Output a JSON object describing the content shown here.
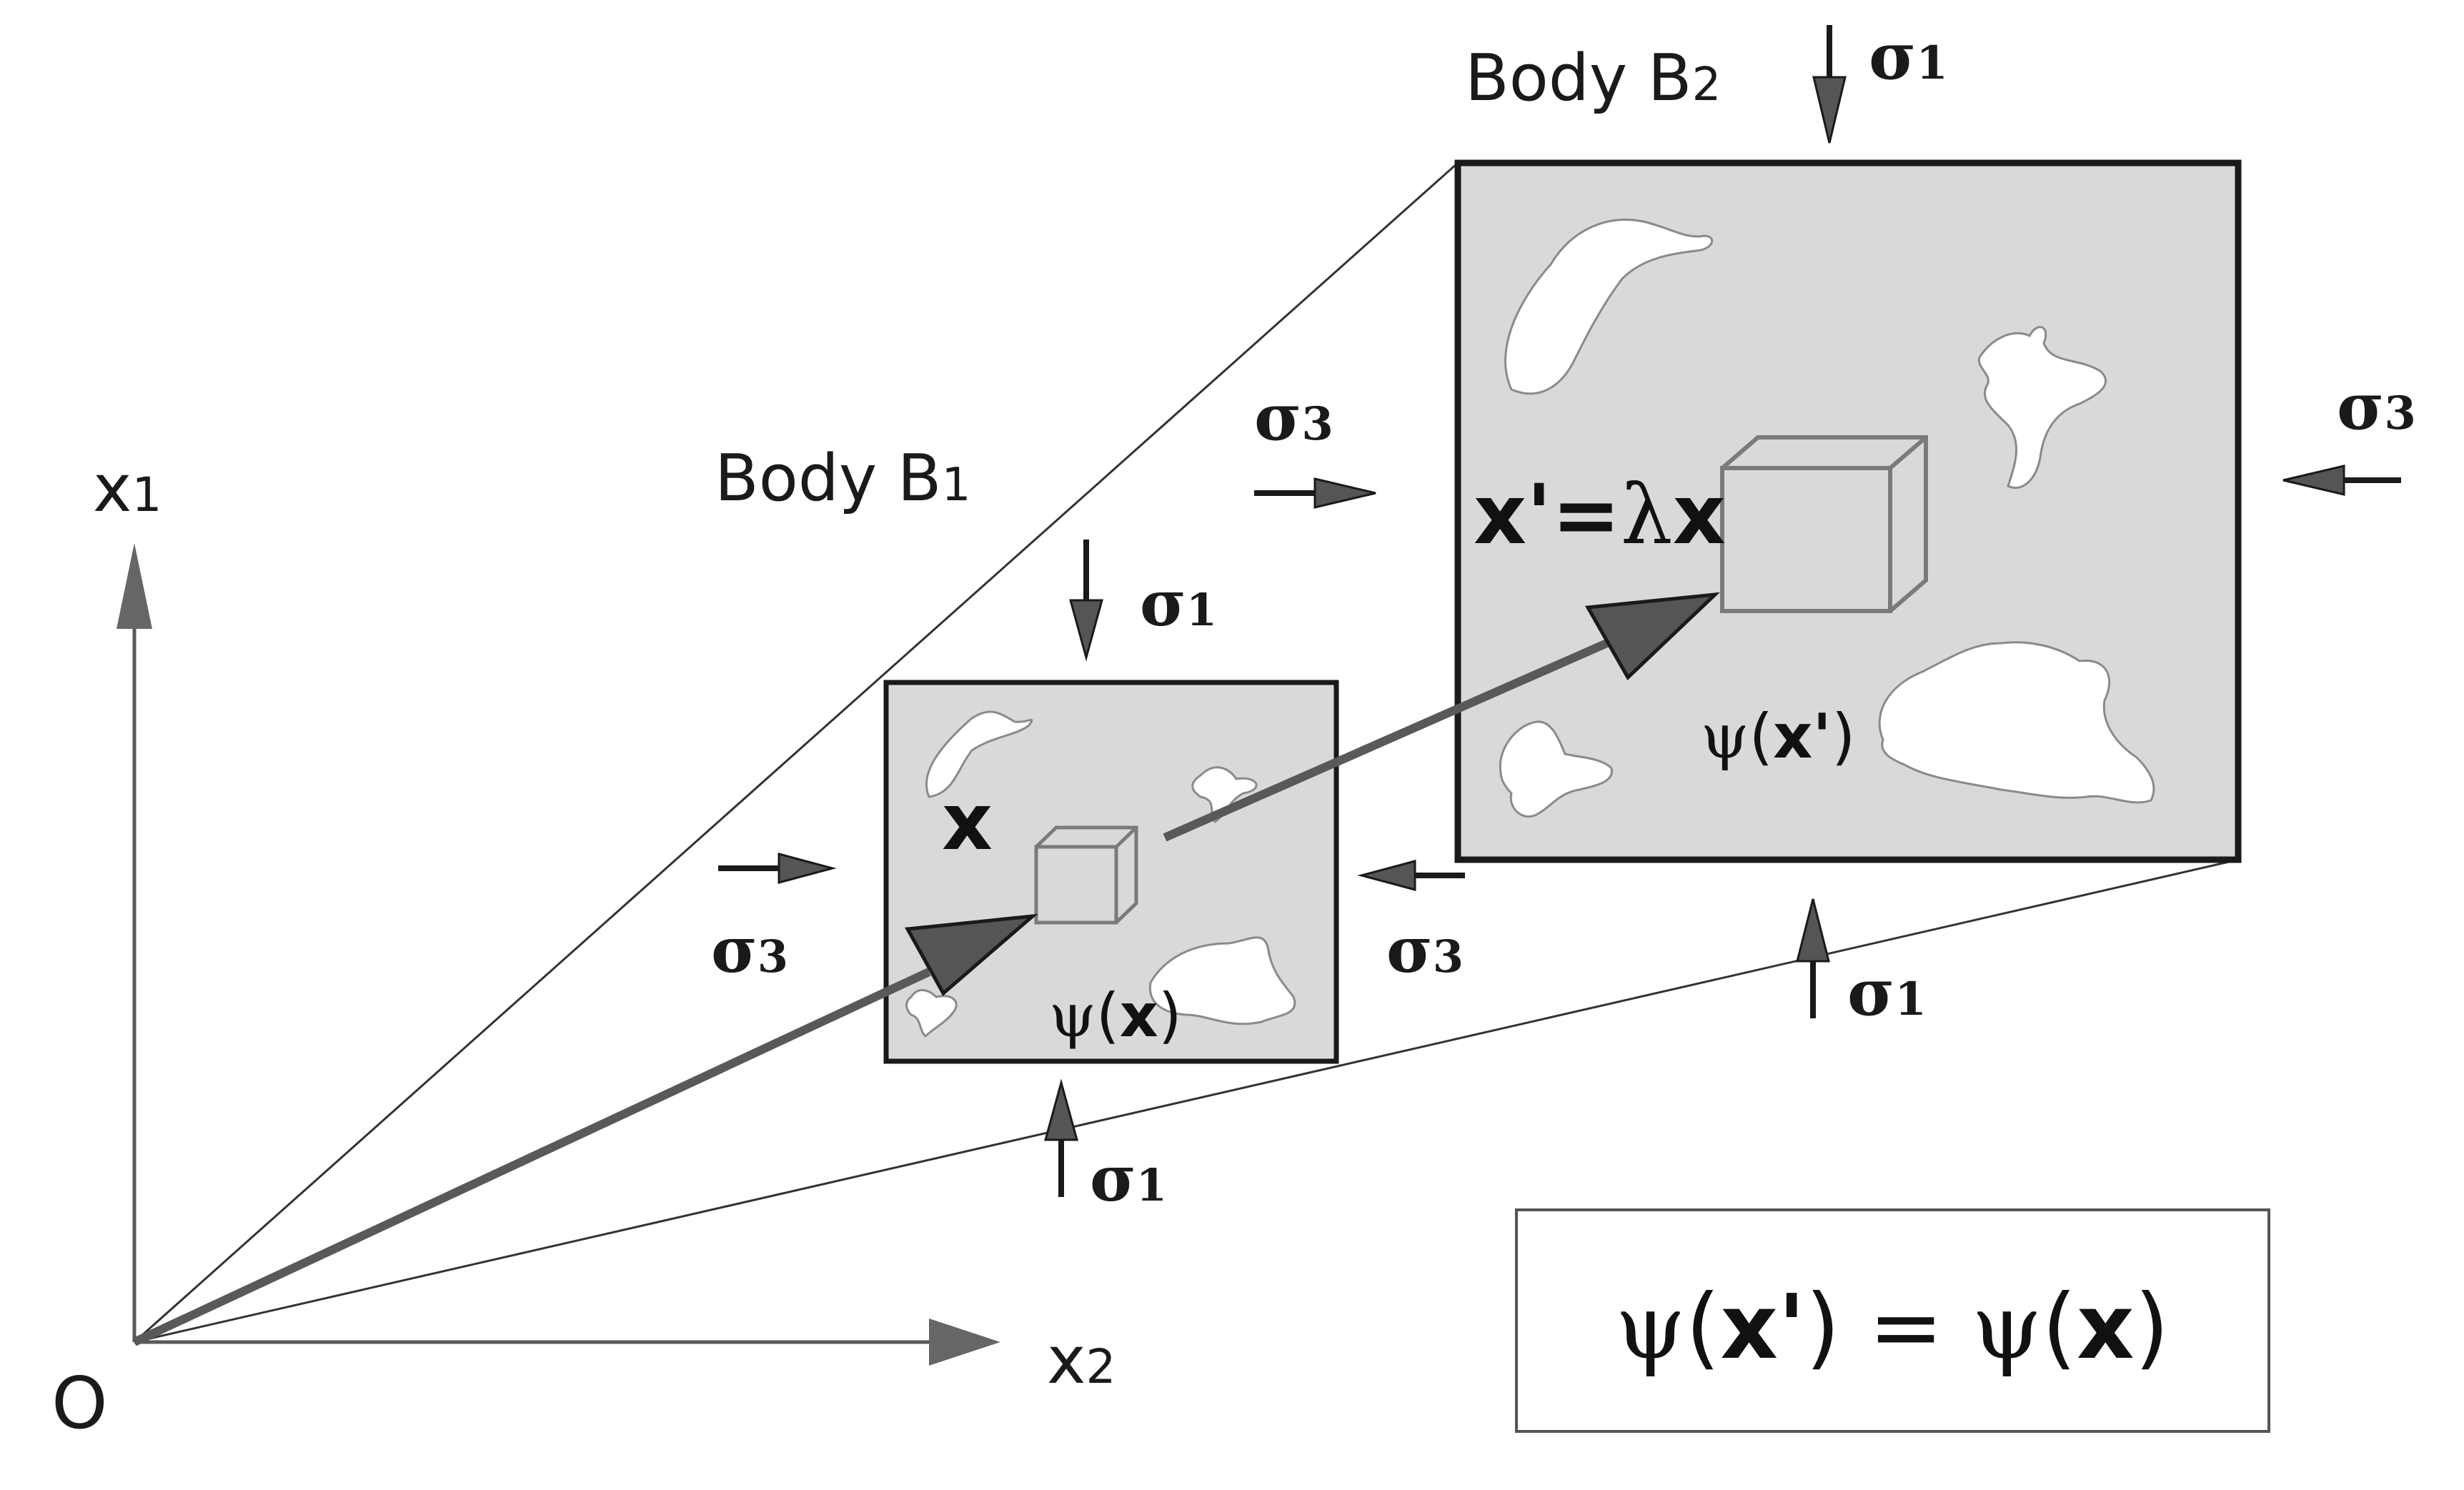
{
  "origin_label": "O",
  "axes": {
    "x1_letter": "x",
    "x1_sub": "1",
    "x2_letter": "x",
    "x2_sub": "2"
  },
  "body_b1": {
    "label_prefix": "Body B",
    "label_sub": "1",
    "point_label": "x",
    "psi_symbol": "ψ",
    "psi_arg": "x",
    "sigma1_symbol": "σ",
    "sigma1_sub": "1",
    "sigma3_symbol": "σ",
    "sigma3_sub": "3"
  },
  "body_b2": {
    "label_prefix": "Body B",
    "label_sub": "2",
    "mapping_lhs": "x'",
    "mapping_eq": "=",
    "mapping_lambda": "λ",
    "mapping_rhs": "x",
    "psi_symbol": "ψ",
    "psi_arg": "x'",
    "sigma1_symbol": "σ",
    "sigma1_sub": "1",
    "sigma3_symbol": "σ",
    "sigma3_sub": "3"
  },
  "equation_box": {
    "psi_left": "ψ",
    "arg_left": "x'",
    "equals": "=",
    "psi_right": "ψ",
    "arg_right": "x"
  },
  "colors": {
    "panel_fill": "#d9d9d9",
    "outline": "#1a1a1a",
    "axis_gray": "#595959",
    "vector_gray": "#595959",
    "arrow_fill": "#666666"
  }
}
